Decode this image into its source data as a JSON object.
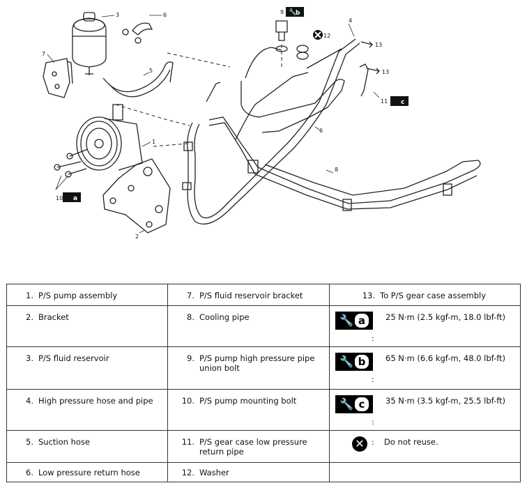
{
  "diagram": {
    "callouts": [
      "1",
      "2",
      "3",
      "4",
      "5",
      "6",
      "7",
      "8",
      "9",
      "10",
      "11",
      "12",
      "13",
      "13",
      "6"
    ],
    "torque_tags": {
      "a": "a",
      "b": "b",
      "c": "c"
    }
  },
  "legend": {
    "col1": [
      {
        "num": "1.",
        "text": "P/S pump assembly"
      },
      {
        "num": "2.",
        "text": "Bracket"
      },
      {
        "num": "3.",
        "text": "P/S fluid reservoir"
      },
      {
        "num": "4.",
        "text": "High pressure hose and pipe"
      },
      {
        "num": "5.",
        "text": "Suction hose"
      },
      {
        "num": "6.",
        "text": "Low pressure return hose"
      }
    ],
    "col2": [
      {
        "num": "7.",
        "text": "P/S fluid reservoir bracket"
      },
      {
        "num": "8.",
        "text": "Cooling pipe"
      },
      {
        "num": "9.",
        "text": "P/S pump high pressure pipe union bolt"
      },
      {
        "num": "10.",
        "text": "P/S pump mounting bolt"
      },
      {
        "num": "11.",
        "text": "P/S gear case low pressure return pipe"
      },
      {
        "num": "12.",
        "text": "Washer"
      }
    ],
    "col3": {
      "row1": {
        "num": "13.",
        "text": "To P/S gear case assembly"
      },
      "torques": [
        {
          "letter": "a",
          "colon": ":",
          "text": "25 N·m (2.5 kgf-m, 18.0 lbf-ft)"
        },
        {
          "letter": "b",
          "colon": ":",
          "text": "65 N·m (6.6 kgf-m, 48.0 lbf-ft)"
        },
        {
          "letter": "c",
          "colon": ":",
          "text": "35 N·m (3.5 kgf-m, 25.5 lbf-ft)"
        }
      ],
      "no_reuse": {
        "colon": ":",
        "text": "Do not reuse."
      }
    }
  }
}
